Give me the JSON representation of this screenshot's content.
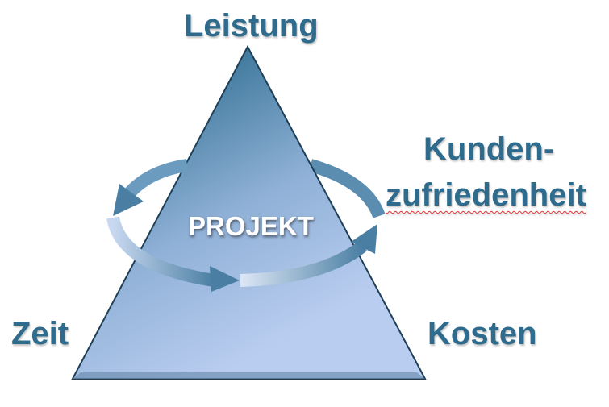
{
  "center_label": "PROJEKT",
  "corners": {
    "top": "Leistung",
    "right_top": "Kunden-",
    "right_bottom": "zufriedenheit",
    "left": "Zeit",
    "right": "Kosten"
  },
  "colors": {
    "text": "#2f6b8c",
    "triangle_dark": "#2f6f92",
    "triangle_light": "#b6cbee"
  }
}
